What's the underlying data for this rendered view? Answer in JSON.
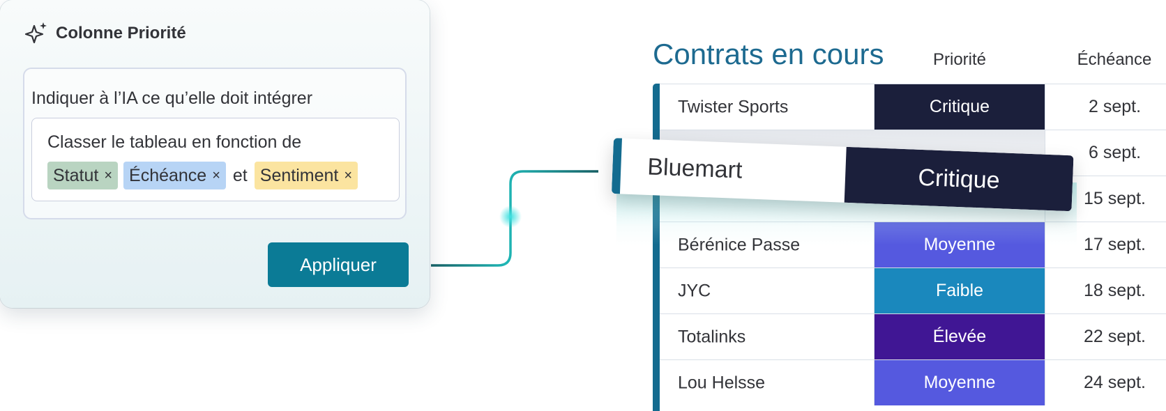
{
  "panel": {
    "title": "Colonne Priorité",
    "prompt_label": "Indiquer à l’IA ce qu’elle doit intégrer",
    "prompt_text": "Classer le tableau en fonction de",
    "chips": [
      {
        "label": "Statut",
        "color": "#b9d4c1"
      },
      {
        "label": "Échéance",
        "color": "#b7d4f5"
      },
      {
        "label": "Sentiment",
        "color": "#fbe4a0"
      }
    ],
    "conjunction": "et",
    "chip_remove": "×",
    "apply_label": "Appliquer"
  },
  "table": {
    "title": "Contrats en cours",
    "columns": {
      "priority": "Priorité",
      "due": "Échéance"
    },
    "rows": [
      {
        "name": "Twister Sports",
        "priority": "Critique",
        "color": "#1b1f3b",
        "due": "2 sept."
      },
      {
        "name": "",
        "priority": "",
        "color": "#f1f3f6",
        "due": "6 sept."
      },
      {
        "name": "",
        "priority": "",
        "color": "#ffffff",
        "due": "15 sept."
      },
      {
        "name": "Bérénice Passe",
        "priority": "Moyenne",
        "color": "#5559df",
        "due": "17 sept."
      },
      {
        "name": "JYC",
        "priority": "Faible",
        "color": "#1a88bd",
        "due": "18 sept."
      },
      {
        "name": "Totalinks",
        "priority": "Élevée",
        "color": "#401694",
        "due": "22 sept."
      },
      {
        "name": "Lou Helsse",
        "priority": "Moyenne",
        "color": "#5559df",
        "due": "24 sept."
      }
    ],
    "dragged": {
      "name": "Bluemart",
      "priority": "Critique",
      "color": "#1b1f3b"
    }
  },
  "icons": {
    "sparkle": "sparkle-icon"
  },
  "colors": {
    "accent": "#136b8f",
    "button": "#0b7b96",
    "connector": "#1fb7b6"
  }
}
